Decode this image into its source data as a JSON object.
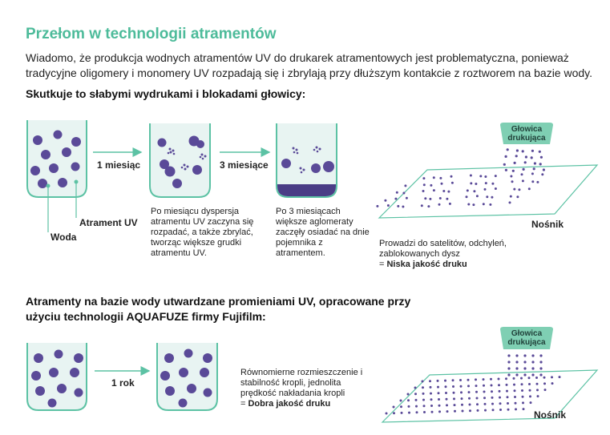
{
  "title": "Przełom w technologii atramentów",
  "intro": "Wiadomo, że produkcja wodnych atramentów UV do drukarek atramentowych jest problematyczna, ponieważ tradycyjne oligomery i monomery UV rozpadają się i zbrylają przy dłuższym kontakcie z roztworem na bazie wody.",
  "bad_section": {
    "heading": "Skutkuje to słabymi wydrukami i blokadami głowicy:",
    "arrow1_label": "1 miesiąc",
    "arrow2_label": "3 miesiące",
    "label_ink": "Atrament UV",
    "label_water": "Woda",
    "caption_1_month": "Po miesiącu dyspersja atramentu UV zaczyna się rozpadać, a także zbrylać, tworząc większe grudki atramentu UV.",
    "caption_3_months": "Po 3 miesiącach większe aglomeraty zaczęły osiadać na dnie pojemnika z atramentem.",
    "printhead_label": "Głowica drukująca",
    "medium_label": "Nośnik",
    "result_text": "Prowadzi do satelitów, odchyleń, zablokowanych dysz",
    "result_prefix": "= ",
    "result_bold": "Niska jakość druku"
  },
  "good_section": {
    "heading": "Atramenty na bazie wody utwardzane promieniami UV, opracowane przy użyciu technologii AQUAFUZE firmy Fujifilm:",
    "arrow_label": "1 rok",
    "result_text": "Równomierne rozmieszczenie i stabilność kropli, jednolita prędkość nakładania kropli",
    "result_prefix": "= ",
    "result_bold": "Dobra jakość druku",
    "printhead_label": "Głowica drukująca",
    "medium_label": "Nośnik"
  },
  "colors": {
    "accent": "#4dbb9a",
    "beaker_fill": "#e8f4f2",
    "beaker_stroke": "#5cc2a4",
    "ink_dot": "#5a4a98",
    "sediment": "#4a3d86",
    "printhead_fill": "#7fcfb3"
  }
}
